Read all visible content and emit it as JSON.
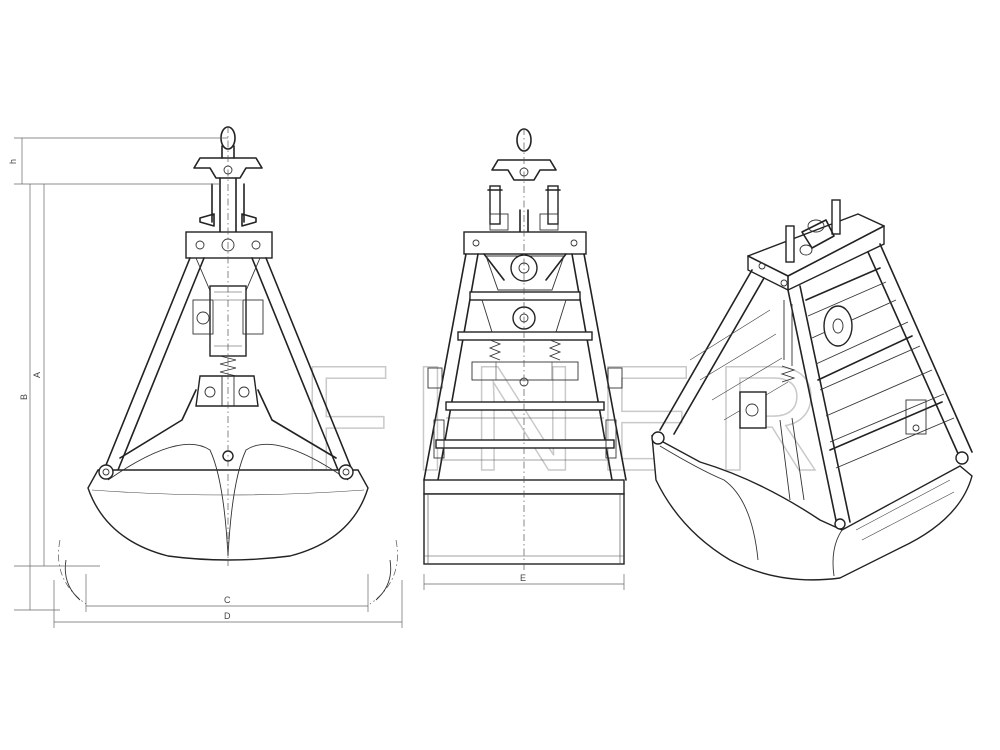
{
  "watermark": "FINER",
  "dimensions": {
    "h": "h",
    "A": "A",
    "B": "B",
    "C": "C",
    "D": "D",
    "E": "E"
  }
}
